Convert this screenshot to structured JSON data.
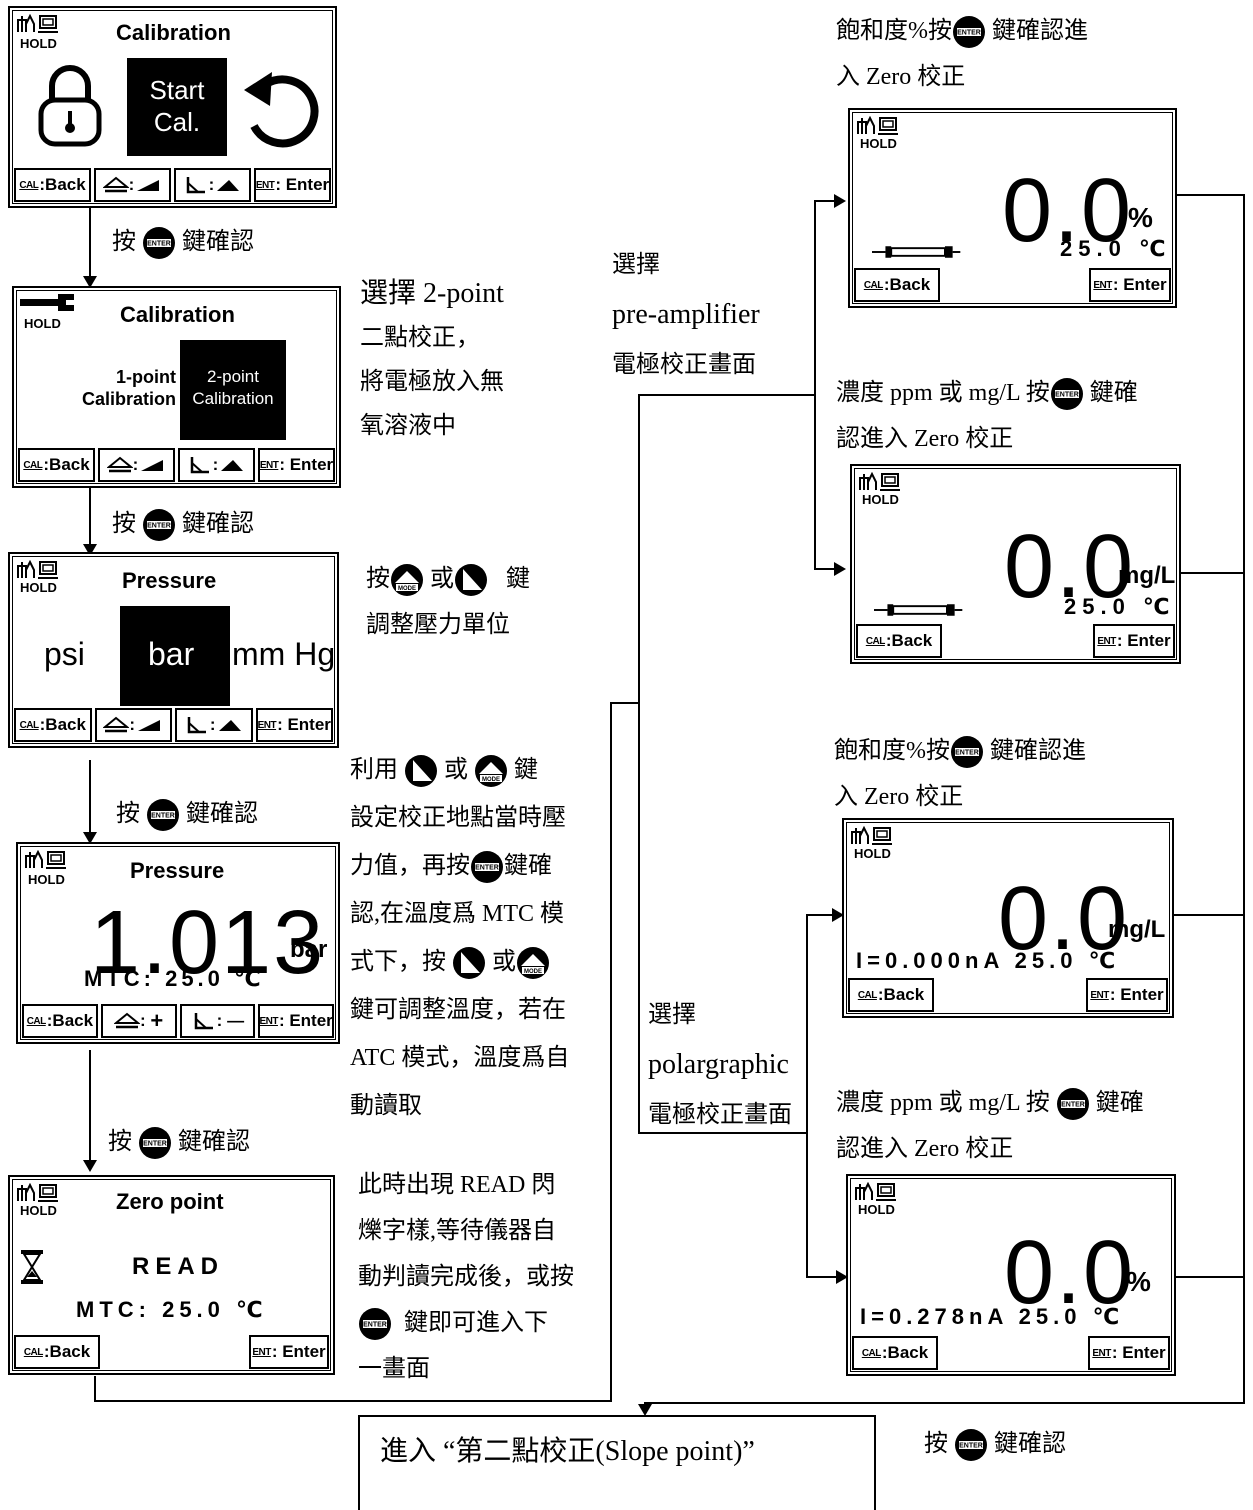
{
  "screens": {
    "s1": {
      "title": "Calibration",
      "hold": "HOLD",
      "center_line1": "Start",
      "center_line2": "Cal.",
      "softkeys": [
        "CAL:Back",
        "",
        "",
        "ENT:Enter"
      ]
    },
    "s2": {
      "title": "Calibration",
      "hold": "HOLD",
      "opt1_line1": "1-point",
      "opt1_line2": "Calibration",
      "opt2_line1": "2-point",
      "opt2_line2": "Calibration"
    },
    "s3": {
      "title": "Pressure",
      "hold": "HOLD",
      "left": "psi",
      "center": "bar",
      "right": "mm Hg"
    },
    "s4": {
      "title": "Pressure",
      "hold": "HOLD",
      "value": "1.013",
      "unit": "bar",
      "temp": "MTC: 25.0 ℃"
    },
    "s5": {
      "title": "Zero point",
      "hold": "HOLD",
      "status": "READ",
      "temp": "MTC: 25.0 ℃"
    },
    "r1": {
      "value": "0.0",
      "unit": "%",
      "temp": "25.0 ℃"
    },
    "r2": {
      "value": "0.0",
      "unit": "mg/L",
      "temp": "25.0 ℃"
    },
    "r3": {
      "value": "0.0",
      "unit": "mg/L",
      "temp": "I=0.000nA 25.0 ℃"
    },
    "r4": {
      "value": "0.0",
      "unit": "%",
      "temp": "I=0.278nA 25.0 ℃"
    }
  },
  "softkey": {
    "cal_tag": "CAL",
    "back": ":Back",
    "ent_tag": "ENT",
    "enter": ": Enter",
    "plus": "+",
    "minus": "—"
  },
  "enter_icon_label": "ENTER",
  "mode_icon_label": "MODE",
  "notes": {
    "press": "按",
    "confirm": "鍵確認",
    "n2_1": "選擇 2-point",
    "n2_2": "二點校正，",
    "n2_3": "將電極放入無",
    "n2_4": "氧溶液中",
    "n3_1a": "按",
    "n3_1b": "或",
    "n3_1c": "鍵",
    "n3_2": "調整壓力單位",
    "n4_1a": "利用",
    "n4_1b": "或",
    "n4_1c": "鍵",
    "n4_2": "設定校正地點當時壓",
    "n4_3a": "力值，再按",
    "n4_3b": "鍵確",
    "n4_4": "認,在溫度爲 MTC 模",
    "n4_5a": "式下，按",
    "n4_5b": "或",
    "n4_6": "鍵可調整溫度，若在",
    "n4_7": "ATC 模式，溫度爲自",
    "n4_8": "動讀取",
    "n5_1": "此時出現 READ 閃",
    "n5_2": "爍字樣,等待儀器自",
    "n5_3": "動判讀完成後，或按",
    "n5_4": "鍵即可進入下",
    "n5_5": "一畫面",
    "preamp_1": "選擇",
    "preamp_2": "pre-amplifier",
    "preamp_3": "電極校正畫面",
    "polar_1": "選擇",
    "polar_2": "polargraphic",
    "polar_3": "電極校正畫面",
    "r1_1a": "飽和度%按",
    "r1_1b": "鍵確認進",
    "r1_2": "入 Zero 校正",
    "r2_1a": "濃度 ppm 或 mg/L 按",
    "r2_1b": "鍵確",
    "r2_2": "認進入 Zero 校正",
    "r3_1a": "飽和度%按",
    "r3_1b": "鍵確認進",
    "r3_2": "入 Zero 校正",
    "r4_1a": "濃度 ppm 或 mg/L 按",
    "r4_1b": "鍵確",
    "r4_2": "認進入 Zero 校正",
    "bottom_confirm": "鍵確認"
  },
  "final_box": "進入 “第二點校正(Slope point)”"
}
